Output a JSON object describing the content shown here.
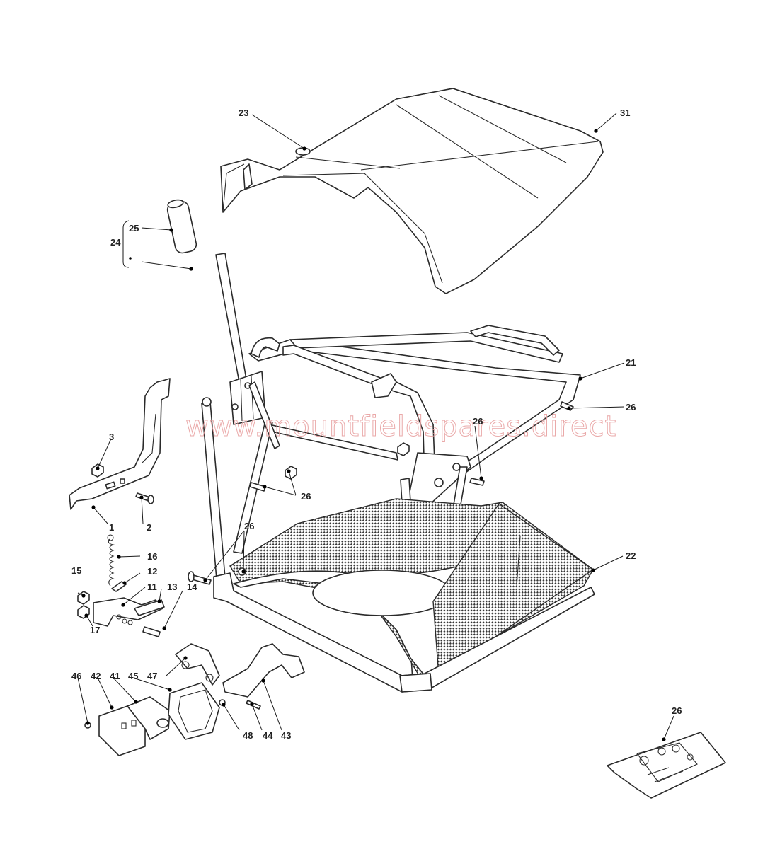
{
  "watermark": "www.mountfieldspares.direct",
  "callouts": [
    {
      "id": "c23",
      "label": "23"
    },
    {
      "id": "c31",
      "label": "31"
    },
    {
      "id": "c25",
      "label": "25"
    },
    {
      "id": "c24",
      "label": "24"
    },
    {
      "id": "c21",
      "label": "21"
    },
    {
      "id": "c26a",
      "label": "26"
    },
    {
      "id": "c26b",
      "label": "26"
    },
    {
      "id": "c26c",
      "label": "26"
    },
    {
      "id": "c26d",
      "label": "26"
    },
    {
      "id": "c26e",
      "label": "26"
    },
    {
      "id": "c3",
      "label": "3"
    },
    {
      "id": "c1",
      "label": "1"
    },
    {
      "id": "c2",
      "label": "2"
    },
    {
      "id": "c16",
      "label": "16"
    },
    {
      "id": "c15",
      "label": "15"
    },
    {
      "id": "c12",
      "label": "12"
    },
    {
      "id": "c11",
      "label": "11"
    },
    {
      "id": "c13",
      "label": "13"
    },
    {
      "id": "c14",
      "label": "14"
    },
    {
      "id": "c17",
      "label": "17"
    },
    {
      "id": "c22",
      "label": "22"
    },
    {
      "id": "c46",
      "label": "46"
    },
    {
      "id": "c42",
      "label": "42"
    },
    {
      "id": "c41",
      "label": "41"
    },
    {
      "id": "c45",
      "label": "45"
    },
    {
      "id": "c47",
      "label": "47"
    },
    {
      "id": "c48",
      "label": "48"
    },
    {
      "id": "c44",
      "label": "44"
    },
    {
      "id": "c43",
      "label": "43"
    }
  ]
}
